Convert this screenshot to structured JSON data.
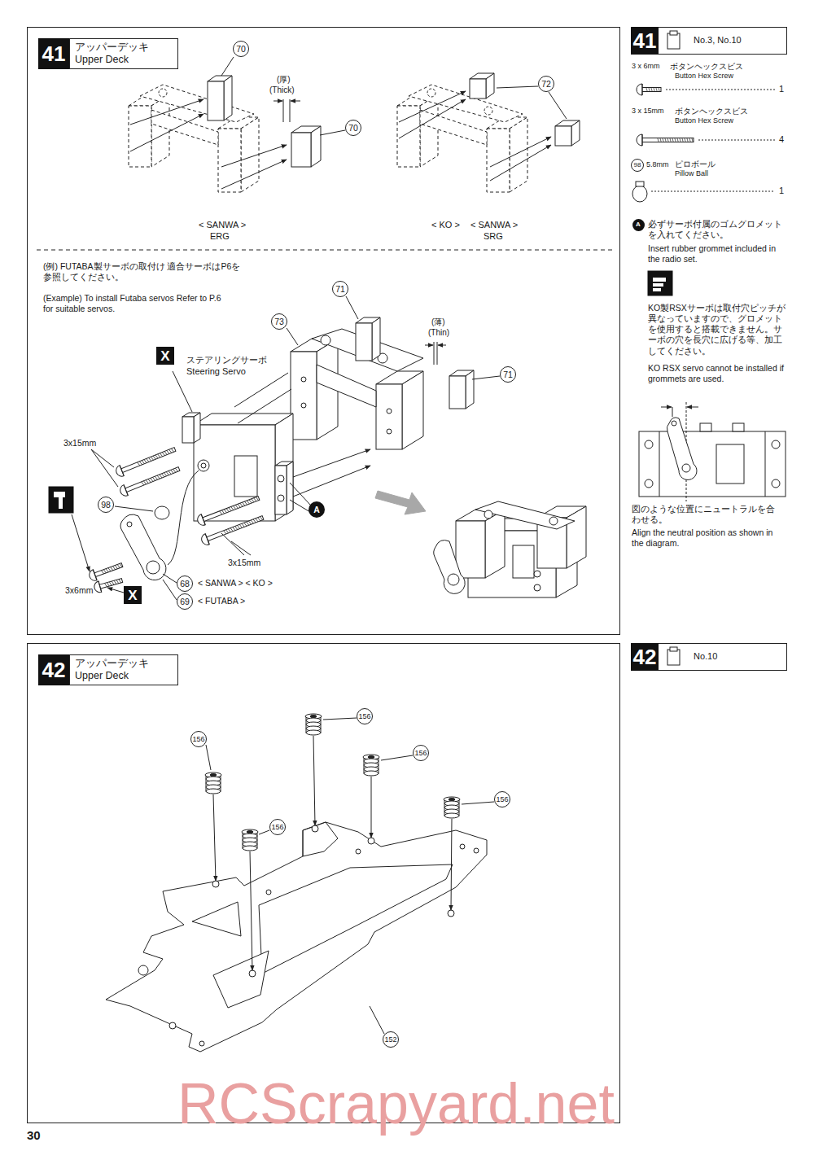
{
  "diagram": {
    "nodes": [
      {
        "text": [
          "41",
          "アッパーデッキ Upper Deck"
        ]
      },
      {
        "text": [
          "41",
          "No.3, No.10"
        ]
      },
      {
        "text": [
          "42",
          "アッパーデッキ Upper Deck"
        ]
      },
      {
        "text": [
          "42",
          "No.10"
        ]
      }
    ],
    "labels": [
      "70",
      "(厚)",
      "(Thick)",
      "70",
      "< SANWA >",
      "ERG",
      "72",
      "< KO >",
      "< SANWA >",
      "SRG",
      "(例) FUTABA製サーボの取付け 適合サーボはP6を参照してください。",
      "(Example) To install Futaba servos Refer to P.6 for suitable servos.",
      "71",
      "73",
      "(薄)",
      "(Thin)",
      "71",
      "X",
      "ステアリングサーボ",
      "Steering Servo",
      "3x15mm",
      "98",
      "A",
      "3x6mm",
      "3x15mm",
      "68",
      "< SANWA >  < KO >",
      "69",
      "< FUTABA >",
      "X",
      "3 x 6mm",
      "ボタンヘックスビス",
      "Button Hex Screw",
      "1",
      "3 x 15mm",
      "ボタンヘックスビス",
      "Button Hex Screw",
      "4",
      "98",
      "5.8mm",
      "ピロボール",
      "Pillow Ball",
      "1",
      "A",
      "必ずサーボ付属のゴムグロメットを入れてください。",
      "Insert rubber grommet included in the radio set.",
      "KO製RSXサーボは取付穴ピッチが異なっていますので、グロメットを使用すると搭載できません。サーボの穴を長穴に広げる等、加工してください。",
      "KO RSX servo cannot be installed if grommets are used.",
      "図のような位置にニュートラルを合わせる。",
      "Align the neutral position as shown in the diagram.",
      "156",
      "156",
      "156",
      "156",
      "156",
      "152",
      "30",
      "RCScrapyard.net"
    ]
  }
}
